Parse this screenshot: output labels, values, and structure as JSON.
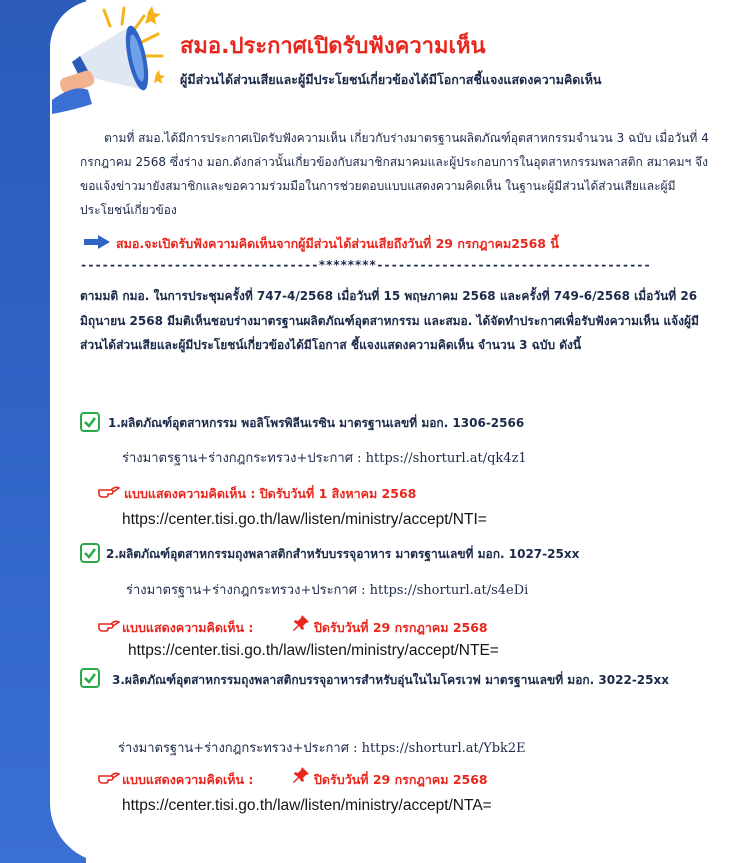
{
  "header": {
    "title": "สมอ.ประกาศเปิดรับฟังความเห็น",
    "subtitle": "ผู้มีส่วนได้ส่วนเสียและผู้มีประโยชน์เกี่ยวข้องได้มีโอกาสชี้แจงแสดงความคิดเห็น"
  },
  "intro": "ตามที่ สมอ.ได้มีการประกาศเปิดรับฟังความเห็น เกี่ยวกับร่างมาตรฐานผลิตภัณฑ์อุตสาหกรรมจำนวน 3 ฉบับ เมื่อวันที่ 4 กรกฎาคม 2568 ซึ่งร่าง มอก.ดังกล่าวนั้นเกี่ยวข้องกับสมาชิกสมาคมและผู้ประกอบการในอุตสาหกรรมพลาสติก สมาคมฯ จึงขอแจ้งข่าวมายังสมาชิกและขอความร่วมมือในการช่วยตอบแบบแสดงความคิดเห็น ในฐานะผู้มีส่วนได้ส่วนเสียและผู้มีประโยชน์เกี่ยวข้อง",
  "notice": "สมอ.จะเปิดรับฟังความคิดเห็นจากผู้มีส่วนได้ส่วนเสียถึงวันที่ 29 กรกฎาคม2568 นี้",
  "divider": "---------------------------------********--------------------------------------",
  "resolution": "ตามมติ กมอ. ในการประชุมครั้งที่ 747-4/2568 เมื่อวันที่ 15 พฤษภาคม 2568 และครั้งที่ 749-6/2568 เมื่อวันที่ 26 มิถุนายน 2568 มีมติเห็นชอบร่างมาตรฐานผลิตภัณฑ์อุตสาหกรรม และสมอ. ได้จัดทำประกาศเพื่อรับฟังความเห็น แจ้งผู้มีส่วนได้ส่วนเสียและผู้มีประโยชน์เกี่ยวข้องได้มีโอกาส ชี้แจงแสดงความคิดเห็น จำนวน 3 ฉบับ ดังนี้",
  "items": [
    {
      "title": "1.ผลิตภัณฑ์อุตสาหกรรม พอลิโพรพิลีนเรซิน มาตรฐานเลขที่ มอก. 1306-2566",
      "draft": "ร่างมาตรฐาน+ร่างกฎกระทรวง+ประกาศ : https://shorturl.at/qk4z1",
      "form_label": "แบบแสดงความคิดเห็น :  ปิดรับวันที่ 1 สิงหาคม 2568",
      "link": "https://center.tisi.go.th/law/listen/ministry/accept/NTI="
    },
    {
      "title": "2.ผลิตภัณฑ์อุตสาหกรรมถุงพลาสติกสำหรับบรรจุอาหาร มาตรฐานเลขที่ มอก. 1027-25xx",
      "draft": "ร่างมาตรฐาน+ร่างกฎกระทรวง+ประกาศ : https://shorturl.at/s4eDi",
      "form_label": "แบบแสดงความคิดเห็น :",
      "form_close": "ปิดรับวันที่ 29 กรกฎาคม 2568",
      "link": "https://center.tisi.go.th/law/listen/ministry/accept/NTE="
    },
    {
      "title": "3.ผลิตภัณฑ์อุตสาหกรรมถุงพลาสติกบรรจุอาหารสำหรับอุ่นในไมโครเวฟ มาตรฐานเลขที่ มอก. 3022-25xx",
      "draft": "ร่างมาตรฐาน+ร่างกฎกระทรวง+ประกาศ : https://shorturl.at/Ybk2E",
      "form_label": "แบบแสดงความคิดเห็น :",
      "form_close": "ปิดรับวันที่ 29 กรกฎาคม 2568",
      "link": "https://center.tisi.go.th/law/listen/ministry/accept/NTA="
    }
  ],
  "colors": {
    "accent_red": "#e8271e",
    "sidebar_blue": "#2f63c6",
    "check_green": "#2aa84a",
    "text_navy": "#1c2a4a"
  },
  "icons": [
    "megaphone-icon",
    "arrow-right-icon",
    "checkbox-checked-icon",
    "pointing-hand-icon",
    "pushpin-icon"
  ]
}
